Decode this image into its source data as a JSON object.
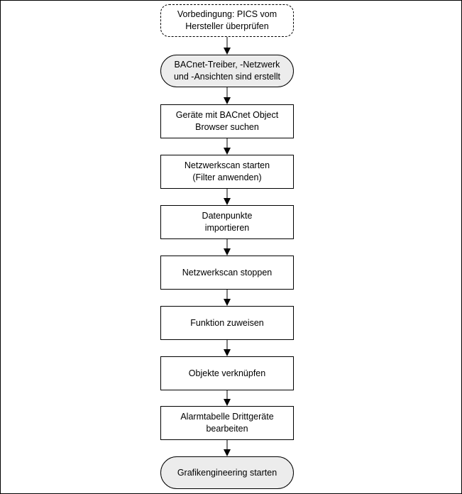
{
  "flowchart": {
    "steps": [
      {
        "text": "Vorbedingung: PICS vom\nHersteller überprüfen",
        "shape": "dashed-rounded"
      },
      {
        "text": "BACnet-Treiber, -Netzwerk\nund -Ansichten sind erstellt",
        "shape": "terminal"
      },
      {
        "text": "Geräte mit BACnet Object\nBrowser suchen",
        "shape": "process"
      },
      {
        "text": "Netzwerkscan starten\n(Filter anwenden)",
        "shape": "process"
      },
      {
        "text": "Datenpunkte\nimportieren",
        "shape": "process"
      },
      {
        "text": "Netzwerkscan stoppen",
        "shape": "process"
      },
      {
        "text": "Funktion zuweisen",
        "shape": "process"
      },
      {
        "text": "Objekte verknüpfen",
        "shape": "process"
      },
      {
        "text": "Alarmtabelle Drittgeräte\nbearbeiten",
        "shape": "process"
      },
      {
        "text": "Grafikengineering starten",
        "shape": "terminal"
      }
    ],
    "colors": {
      "terminal_fill": "#ececec",
      "line": "#000000"
    }
  }
}
